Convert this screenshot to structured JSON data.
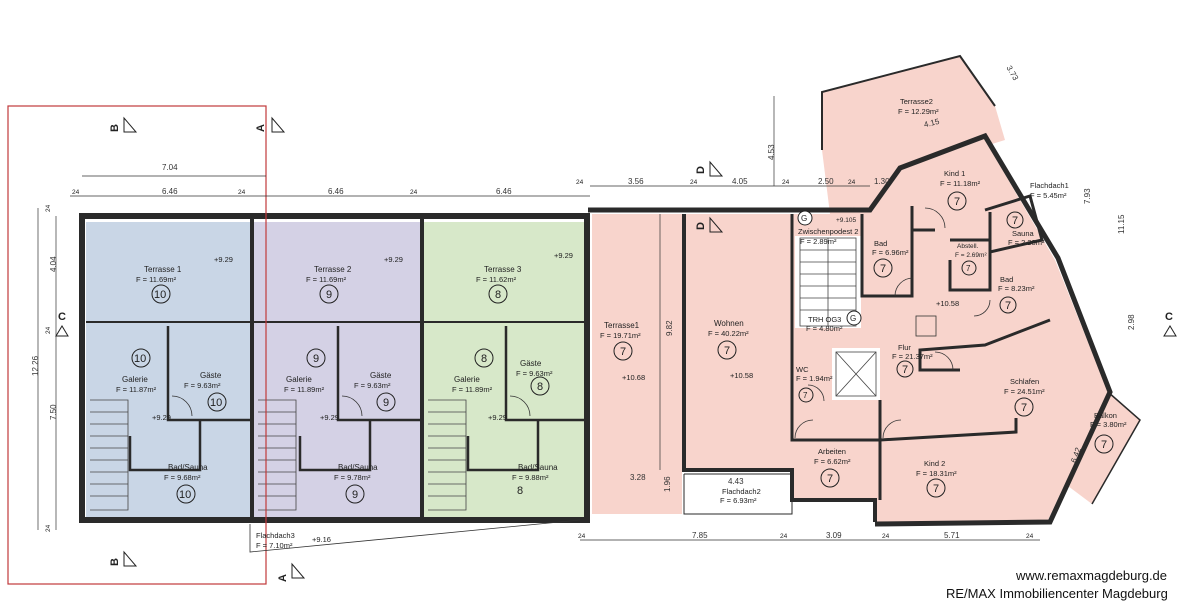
{
  "colors": {
    "blue": "#c9d6e6",
    "lilac": "#d4d1e5",
    "green": "#d7e8c9",
    "salmon": "#f8d4cc",
    "wall": "#2a2a2a",
    "section_line": "#c0393b"
  },
  "dims_top": {
    "overall_left": "7.04",
    "seg_24": "24",
    "w1": "6.46",
    "w2": "6.46",
    "w3": "6.46",
    "w4": "3.56",
    "w5": "4.05",
    "w6": "2.50",
    "w7": "1.30",
    "h453": "4.53",
    "d415": "4.15",
    "d373": "3.73"
  },
  "dims_left": {
    "total": "12.26",
    "upper": "4.04",
    "lower": "7.50",
    "seg_24": "24"
  },
  "dims_bottom": {
    "b1": "7.85",
    "b2": "3.09",
    "b3": "5.71",
    "seg_24": "24",
    "d443": "4.43",
    "d328": "3.28",
    "d196": "1.96"
  },
  "dims_right": {
    "r1": "7.93",
    "r2": "11.15",
    "r3": "2.98",
    "r4": "6.42",
    "v982": "9.82"
  },
  "section_marks": {
    "A": "A",
    "B": "B",
    "C": "C",
    "D": "D"
  },
  "units": {
    "u10": {
      "terrace": "Terrasse 1",
      "terrace_area": "F = 11.69m²",
      "terrace_level": "+9.29",
      "galerie": "Galerie",
      "galerie_area": "F = 11.87m²",
      "gaeste": "Gäste",
      "gaeste_area": "F = 9.63m²",
      "bad": "Bad/Sauna",
      "bad_area": "F = 9.68m²",
      "level": "+9.29",
      "unit": "10"
    },
    "u9": {
      "terrace": "Terrasse 2",
      "terrace_area": "F = 11.69m²",
      "terrace_level": "+9.29",
      "galerie": "Galerie",
      "galerie_area": "F = 11.89m²",
      "gaeste": "Gäste",
      "gaeste_area": "F = 9.63m²",
      "bad": "Bad/Sauna",
      "bad_area": "F = 9.78m²",
      "level": "+9.29",
      "unit": "9"
    },
    "u8": {
      "terrace": "Terrasse 3",
      "terrace_area": "F = 11.62m²",
      "terrace_level": "+9.29",
      "galerie": "Galerie",
      "galerie_area": "F = 11.89m²",
      "gaeste": "Gäste",
      "gaeste_area": "F = 9.63m²",
      "bad": "Bad/Sauna",
      "bad_area": "F = 9.88m²",
      "level": "+9.29",
      "unit": "8"
    }
  },
  "unit7": {
    "unit": "7",
    "terrasse1": "Terrasse1",
    "terrasse1_area": "F = 19.71m²",
    "terrasse1_level": "+10.68",
    "wohnen": "Wohnen",
    "wohnen_area": "F = 40.22m²",
    "wohnen_level": "+10.58",
    "zwischen": "Zwischenpodest 2",
    "zwischen_area": "F = 2.89m²",
    "zwischen_level": "+9.105",
    "trh": "TRH OG3",
    "trh_area": "F = 4.80m²",
    "wc": "WC",
    "wc_area": "F = 1.94m²",
    "arbeiten": "Arbeiten",
    "arbeiten_area": "F = 6.62m²",
    "bad1": "Bad",
    "bad1_area": "F = 6.96m²",
    "flur": "Flur",
    "flur_area": "F = 21.37m²",
    "flur_level": "+10.58",
    "kind1": "Kind 1",
    "kind1_area": "F = 11.18m²",
    "abstell": "Abstell.",
    "abstell_area": "F = 2.69m²",
    "sauna": "Sauna",
    "sauna_area": "F = 2.28m²",
    "bad2": "Bad",
    "bad2_area": "F = 8.23m²",
    "schlafen": "Schlafen",
    "schlafen_area": "F = 24.51m²",
    "kind2": "Kind 2",
    "kind2_area": "F = 18.31m²",
    "balkon": "Balkon",
    "balkon_area": "F = 3.80m²",
    "terrasse2": "Terrasse2",
    "terrasse2_area": "F = 12.29m²",
    "flachdach1": "Flachdach1",
    "flachdach1_area": "F = 5.45m²",
    "flachdach2": "Flachdach2",
    "flachdach2_area": "F = 6.93m²",
    "flachdach3": "Flachdach3",
    "flachdach3_area": "F = 7.10m²",
    "flachdach3_level": "+9.16",
    "g_mark": "G"
  },
  "watermark": {
    "url": "www.remaxmagdeburg.de",
    "company": "RE/MAX Immobiliencenter Magdeburg"
  }
}
